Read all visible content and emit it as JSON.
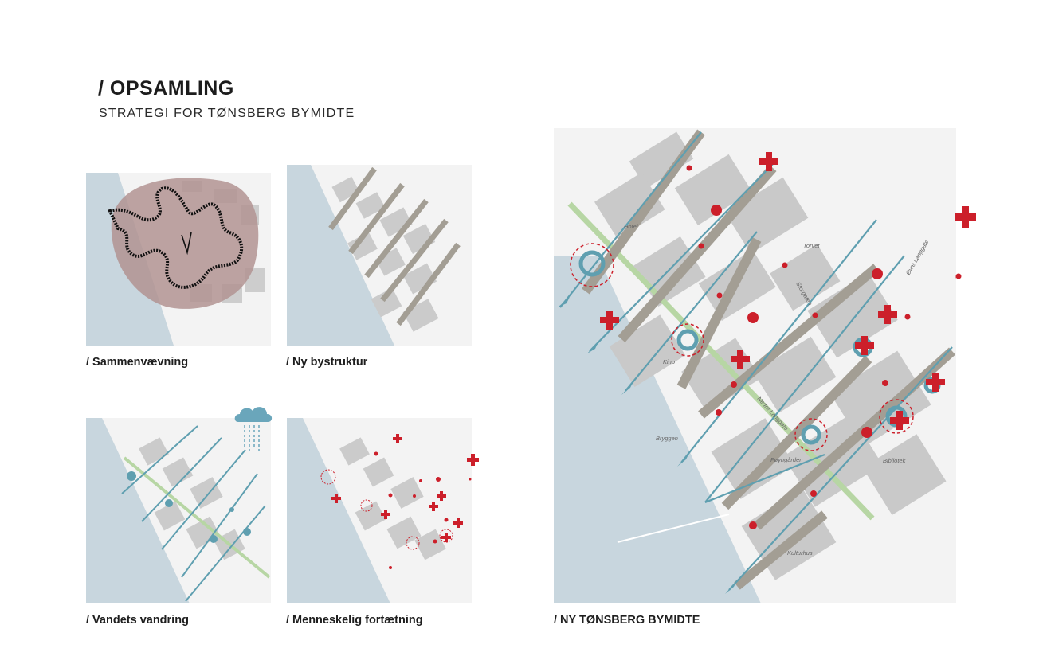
{
  "header": {
    "title": "/ OPSAMLING",
    "subtitle": "STRATEGI FOR TØNSBERG BYMIDTE"
  },
  "panels": [
    {
      "caption": "/ Sammenvævning"
    },
    {
      "caption": "/ Ny bystruktur"
    },
    {
      "caption": "/ Vandets vandring"
    },
    {
      "caption": "/ Menneskelig fortætning"
    }
  ],
  "main_map": {
    "caption": "/ NY TØNSBERG BYMIDTE",
    "labels": {
      "hotel": "Hotel",
      "torvet": "Torvet",
      "storgaten": "Storgaten",
      "ovre_langgate": "Øvre Langgate",
      "kino": "Kino",
      "bryggen": "Bryggen",
      "nedre_langgate": "Nedre Langgate",
      "foyngarden": "Føyngården",
      "bibliotek": "Bibliotek",
      "kulturhus": "Kulturhus"
    }
  },
  "colors": {
    "water": "#c8d6de",
    "land": "#f3f3f3",
    "building": "#c9c9c9",
    "street": "#a39e94",
    "green": "#b7d6a4",
    "stream": "#5f9fb0",
    "accent_red": "#cc1f2a",
    "blob": "#b29392"
  }
}
